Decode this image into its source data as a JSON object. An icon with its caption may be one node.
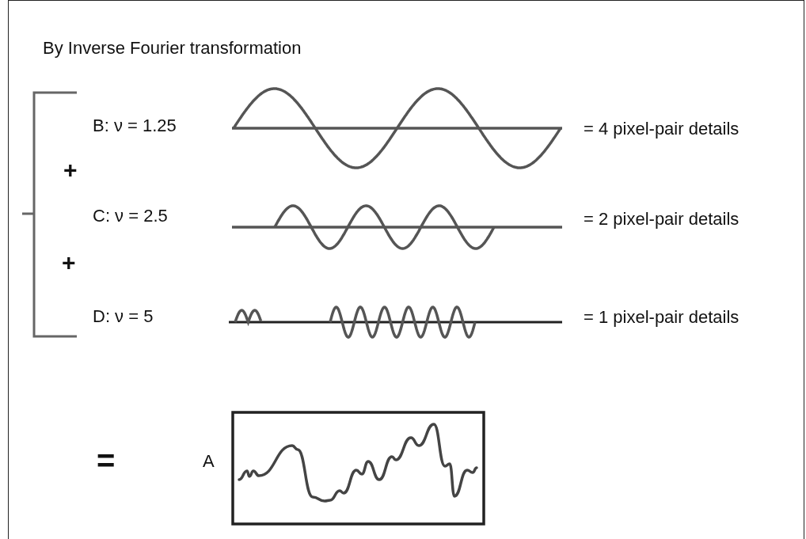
{
  "diagram": {
    "title": "By Inverse Fourier transformation",
    "labels": [
      "B: ν = 1.25",
      "= 4 pixel-pair details",
      "+",
      "C: ν = 2.5",
      "= 2 pixel-pair details",
      "+",
      "D: ν = 5",
      "= 1 pixel-pair details",
      "=",
      "A"
    ]
  }
}
